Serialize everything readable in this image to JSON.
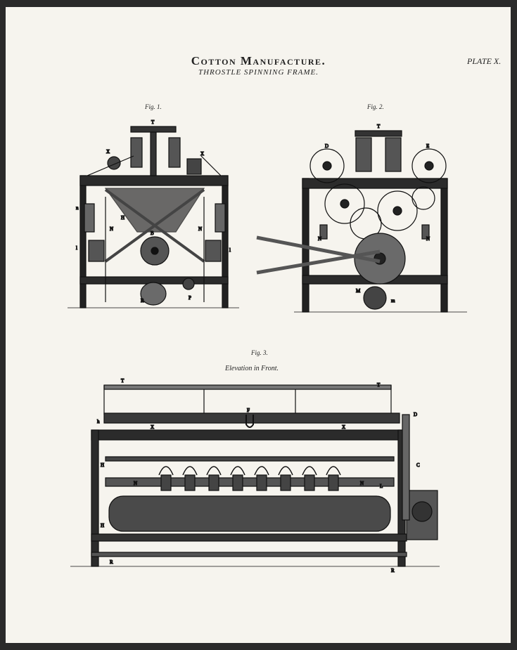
{
  "header": {
    "title": "Cotton Manufacture.",
    "subtitle": "THROSTLE SPINNING FRAME.",
    "plate": "PLATE X."
  },
  "figures": [
    {
      "label": "Fig. 1."
    },
    {
      "label": "Fig. 2."
    },
    {
      "label": "Fig. 3.",
      "caption": "Elevation in Front."
    }
  ]
}
